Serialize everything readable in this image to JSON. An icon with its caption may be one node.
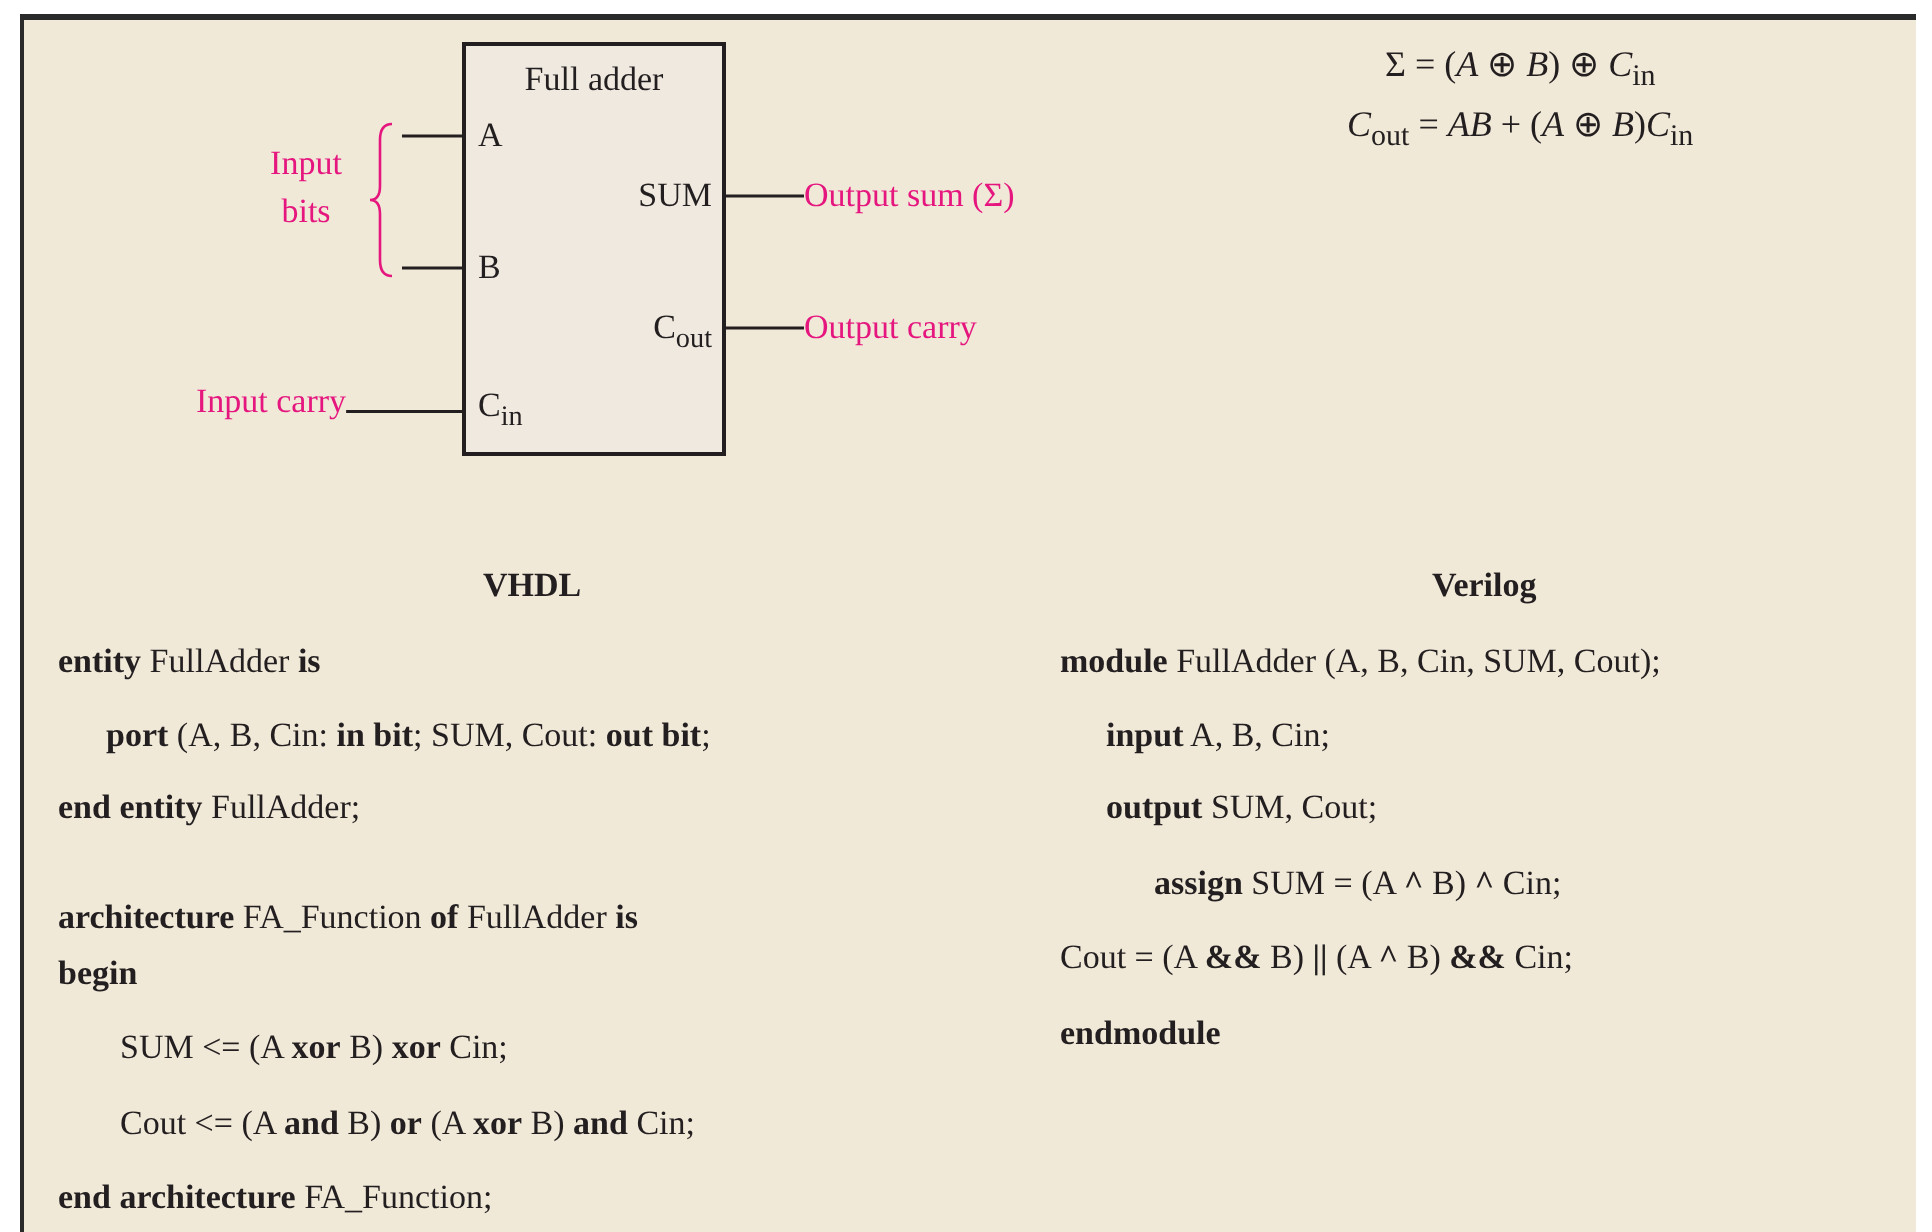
{
  "diagram": {
    "nodes": [
      {
        "text": [
          "Full adder"
        ]
      },
      {
        "text": [
          "A"
        ],
        "in": 0
      },
      {
        "text": [
          "B"
        ],
        "in": 0
      },
      {
        "text": [
          "SUM"
        ],
        "in": 0
      },
      {
        "text": [
          "C$_{out}$"
        ],
        "in": 0
      },
      {
        "text": [
          "C$_{in}$"
        ],
        "in": 0
      },
      {
        "text": [
          "Input bits"
        ]
      },
      {
        "text": [
          "Output sum (Σ)"
        ]
      },
      {
        "text": [
          "Output carry"
        ]
      },
      {
        "text": [
          "Input carry"
        ]
      }
    ],
    "edges": [
      {
        "from": 6,
        "to": 1,
        "arrow": "none"
      },
      {
        "from": 6,
        "to": 2,
        "arrow": "none"
      },
      {
        "from": 3,
        "to": 7,
        "arrow": "none"
      },
      {
        "from": 4,
        "to": 8,
        "arrow": "none"
      },
      {
        "from": 9,
        "to": 5,
        "arrow": "none"
      }
    ],
    "labels": [
      "Σ = (*A* ⊕ *B*) ⊕ *C*$_{in}$",
      "*C*$_{out}$ = *AB* + (*A* ⊕ *B*)*C*$_{in}$",
      "VHDL",
      "**entity** FullAdder **is**",
      "**port** (A, B, Cin: **in bit**; SUM, Cout: **out bit**;",
      "**end entity** FullAdder;",
      "**architecture** FA_Function **of** FullAdder **is**",
      "**begin**",
      "SUM <= (A **xor** B) **xor** Cin;",
      "Cout <= (A **and** B) **or** (A **xor** B) **and** Cin;",
      "**end architecture** FA_Function;",
      "Verilog",
      "**module** FullAdder (A, B, Cin, SUM, Cout);",
      "**input** A, B, Cin;",
      "**output** SUM, Cout;",
      "**assign** SUM = (A **^** B) **^** Cin;",
      "Cout = (A **&&** B) **||** (A **^** B) **&&** Cin;",
      "**endmodule**"
    ]
  }
}
